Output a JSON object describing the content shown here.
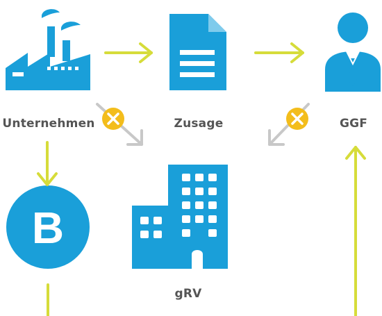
{
  "colors": {
    "primary_blue": "#1a9fd9",
    "arrow_green": "#d6dc3a",
    "arrow_grey": "#c8c8c8",
    "cross_orange": "#f3bd1c",
    "label_grey": "#555555"
  },
  "nodes": {
    "company": {
      "label": "Unternehmen",
      "icon": "factory-icon"
    },
    "promise": {
      "label": "Zusage",
      "icon": "document-icon"
    },
    "ggf": {
      "label": "GGF",
      "icon": "businessman-icon"
    },
    "b": {
      "letter": "B",
      "icon": "b-circle-icon"
    },
    "grv": {
      "label": "gRV",
      "icon": "office-building-icon"
    }
  },
  "edges": [
    {
      "from": "Unternehmen",
      "to": "Zusage",
      "style": "green"
    },
    {
      "from": "Zusage",
      "to": "GGF",
      "style": "green"
    },
    {
      "from": "Unternehmen",
      "to": "gRV",
      "style": "grey",
      "crossed": true
    },
    {
      "from": "GGF",
      "to": "gRV",
      "style": "grey",
      "crossed": true
    },
    {
      "from": "Unternehmen",
      "to": "B",
      "style": "green"
    },
    {
      "from": "B",
      "to": "bottom",
      "style": "green"
    },
    {
      "from": "bottom",
      "to": "GGF",
      "style": "green"
    }
  ]
}
